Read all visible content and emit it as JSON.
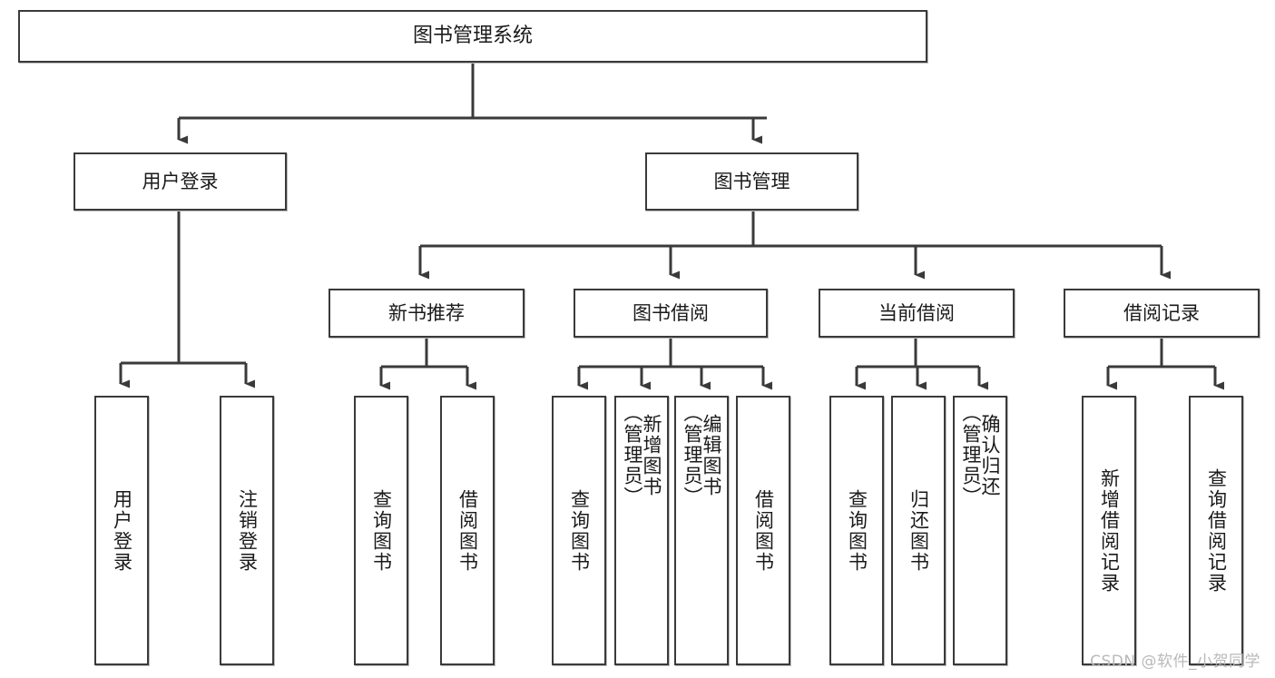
{
  "diagram": {
    "title": "图书管理系统",
    "type": "hierarchy-tree",
    "watermark": "CSDN @软件_小贺同学",
    "colors": {
      "box_border": "#3a3a3a",
      "box_fill": "#ffffff",
      "connector": "#3a3a3a",
      "text": "#1a1a1a",
      "watermark": "#b9b9b9",
      "page_background": "#ffffff"
    },
    "levels": {
      "root": [
        "图书管理系统"
      ],
      "level2": [
        "用户登录",
        "图书管理"
      ],
      "level3": [
        "新书推荐",
        "图书借阅",
        "当前借阅",
        "借阅记录"
      ],
      "leaves": [
        "用户登录",
        "注销登录",
        "查询图书",
        "借阅图书",
        "查询图书",
        "新增图书（管理员）",
        "编辑图书（管理员）",
        "借阅图书",
        "查询图书",
        "归还图书",
        "确认归还（管理员）",
        "新增借阅记录",
        "查询借阅记录"
      ]
    },
    "nodes": {
      "root": {
        "label": "图书管理系统"
      },
      "user_login": {
        "label": "用户登录"
      },
      "book_manage": {
        "label": "图书管理"
      },
      "new_book_rec": {
        "label": "新书推荐"
      },
      "book_borrow": {
        "label": "图书借阅"
      },
      "current_borrow": {
        "label": "当前借阅"
      },
      "borrow_record": {
        "label": "借阅记录"
      },
      "leaf_user_login": {
        "label": "用户登录"
      },
      "leaf_logout": {
        "label": "注销登录"
      },
      "leaf_query_book_1": {
        "label": "查询图书"
      },
      "leaf_borrow_book_1": {
        "label": "借阅图书"
      },
      "leaf_query_book_2": {
        "label": "查询图书"
      },
      "leaf_add_book": {
        "label": "新增图书\n（管理员）"
      },
      "leaf_edit_book": {
        "label": "编辑图书\n（管理员）"
      },
      "leaf_borrow_book_2": {
        "label": "借阅图书"
      },
      "leaf_query_book_3": {
        "label": "查询图书"
      },
      "leaf_return_book": {
        "label": "归还图书"
      },
      "leaf_confirm_return": {
        "label": "确认归还\n（管理员）"
      },
      "leaf_add_record": {
        "label": "新增借阅记录"
      },
      "leaf_query_record": {
        "label": "查询借阅记录"
      }
    },
    "edges": [
      {
        "from": "图书管理系统",
        "to": "用户登录"
      },
      {
        "from": "图书管理系统",
        "to": "图书管理"
      },
      {
        "from": "用户登录",
        "to": "用户登录"
      },
      {
        "from": "用户登录",
        "to": "注销登录"
      },
      {
        "from": "图书管理",
        "to": "新书推荐"
      },
      {
        "from": "图书管理",
        "to": "图书借阅"
      },
      {
        "from": "图书管理",
        "to": "当前借阅"
      },
      {
        "from": "图书管理",
        "to": "借阅记录"
      },
      {
        "from": "新书推荐",
        "to": "查询图书"
      },
      {
        "from": "新书推荐",
        "to": "借阅图书"
      },
      {
        "from": "图书借阅",
        "to": "查询图书"
      },
      {
        "from": "图书借阅",
        "to": "新增图书（管理员）"
      },
      {
        "from": "图书借阅",
        "to": "编辑图书（管理员）"
      },
      {
        "from": "图书借阅",
        "to": "借阅图书"
      },
      {
        "from": "当前借阅",
        "to": "查询图书"
      },
      {
        "from": "当前借阅",
        "to": "归还图书"
      },
      {
        "from": "当前借阅",
        "to": "确认归还（管理员）"
      },
      {
        "from": "借阅记录",
        "to": "新增借阅记录"
      },
      {
        "from": "借阅记录",
        "to": "查询借阅记录"
      }
    ]
  }
}
